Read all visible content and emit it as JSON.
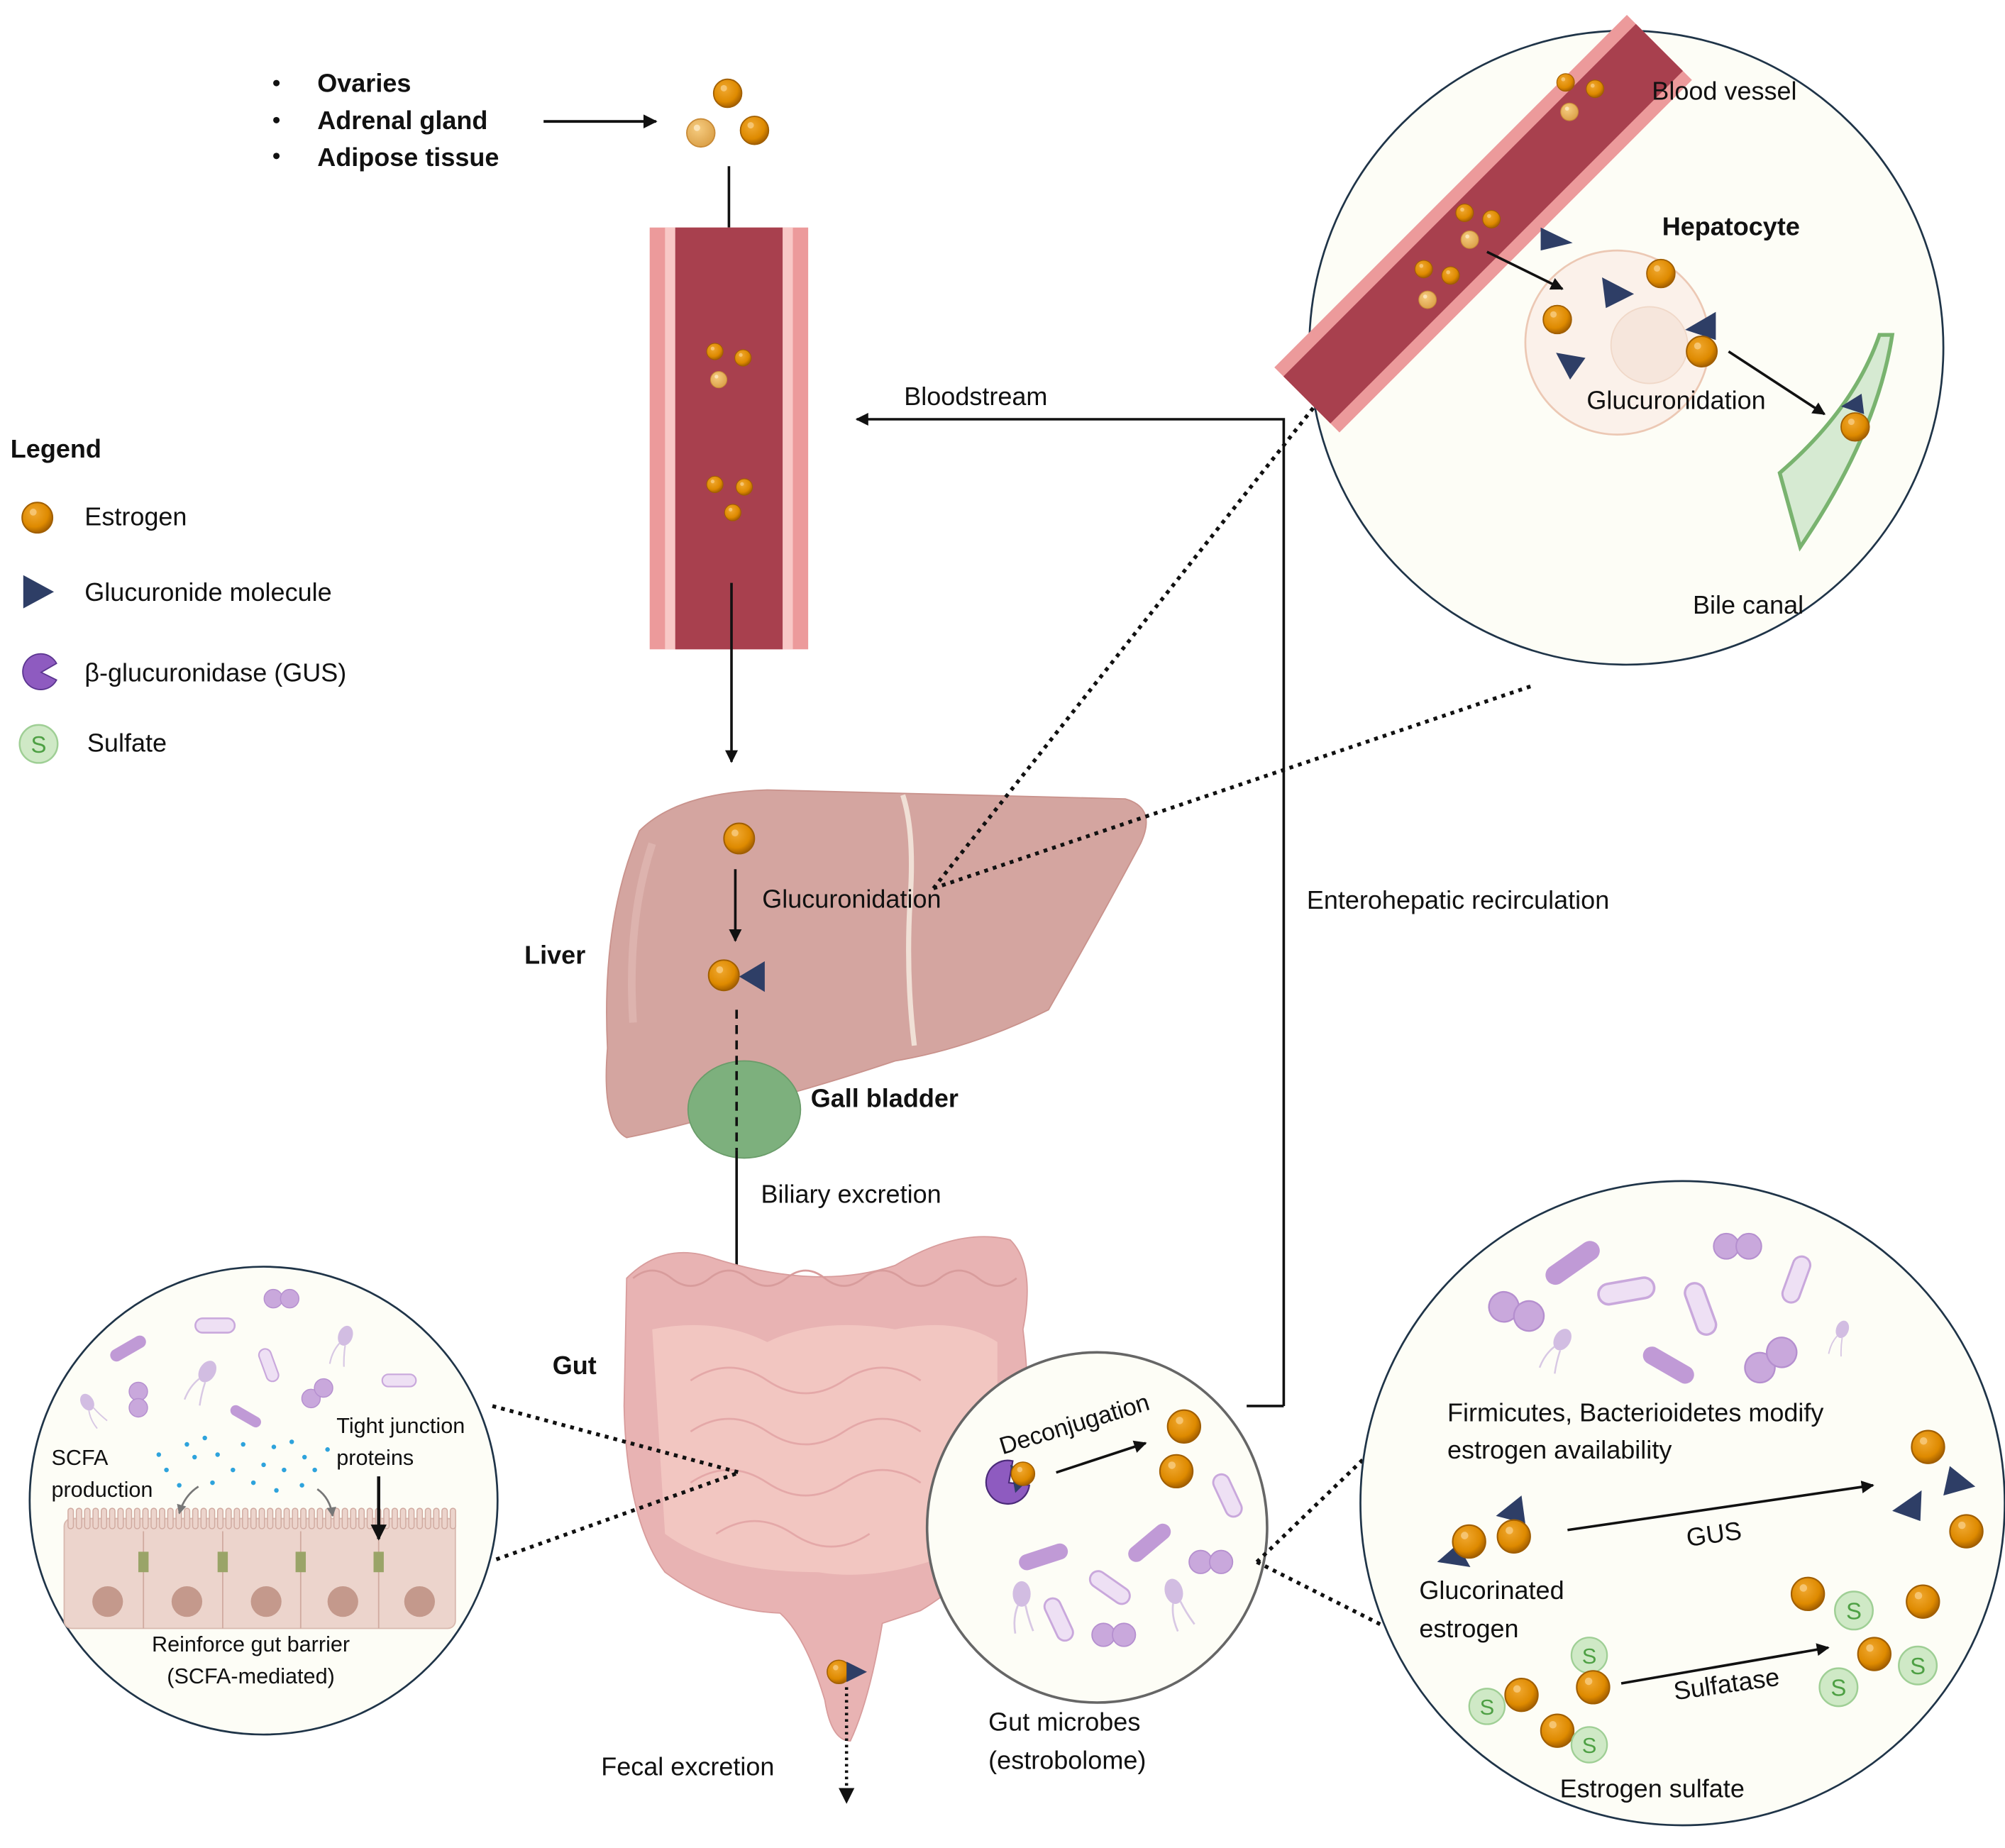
{
  "sources": {
    "items": [
      "Ovaries",
      "Adrenal gland",
      "Adipose tissue"
    ]
  },
  "legend": {
    "title": "Legend",
    "items": [
      {
        "icon": "estrogen-icon",
        "label": "Estrogen"
      },
      {
        "icon": "glucuronide-icon",
        "label": "Glucuronide molecule"
      },
      {
        "icon": "gus-enzyme-icon",
        "label": "β-glucuronidase (GUS)"
      },
      {
        "icon": "sulfate-icon",
        "label": "Sulfate",
        "glyph": "S"
      }
    ]
  },
  "labels": {
    "bloodstream": "Bloodstream",
    "liver": "Liver",
    "glucuronidation": "Glucuronidation",
    "gall_bladder": "Gall bladder",
    "biliary_excretion": "Biliary excretion",
    "enterohepatic": "Enterohepatic recirculation",
    "gut": "Gut",
    "fecal_excretion": "Fecal excretion",
    "gut_microbes_1": "Gut microbes",
    "gut_microbes_2": "(estrobolome)"
  },
  "hepatocyte_inset": {
    "blood_vessel": "Blood vessel",
    "hepatocyte": "Hepatocyte",
    "glucuronidation": "Glucuronidation",
    "bile_canal": "Bile canal"
  },
  "barrier_inset": {
    "scfa_1": "SCFA",
    "scfa_2": "production",
    "tight_1": "Tight junction",
    "tight_2": "proteins",
    "reinforce_1": "Reinforce gut barrier",
    "reinforce_2": "(SCFA-mediated)"
  },
  "microbe_inset": {
    "deconjugation": "Deconjugation"
  },
  "estrobolome_inset": {
    "firmicutes_1": "Firmicutes, Bacterioidetes modify",
    "firmicutes_2": "estrogen availability",
    "gus": "GUS",
    "glucorinated_1": "Glucorinated",
    "glucorinated_2": "estrogen",
    "sulfatase": "Sulfatase",
    "estrogen_sulfate": "Estrogen sulfate",
    "sulfate_glyph": "S"
  },
  "colors": {
    "estrogen": "#de8a00",
    "glucuronide": "#2e3e66",
    "gus": "#8e5bc0",
    "sulfate": "#c9e6c0",
    "vessel": "#a8404e",
    "vessel_wall": "#ec9a9b",
    "liver": "#d4a5a0",
    "gall_bladder": "#7db07d",
    "gut": "#e8b3b3",
    "inset_bg": "#fdfdf6",
    "bacteria": "#c9a8dc"
  }
}
